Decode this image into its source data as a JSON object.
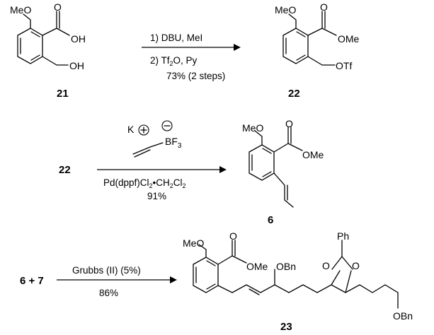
{
  "scheme": {
    "step1": {
      "start_label": "21",
      "start_substituents": {
        "methoxy": "MeO",
        "carbonyl_o": "O",
        "acid_oh": "OH",
        "phenol_oh": "OH"
      },
      "conditions": [
        "1) DBU, MeI",
        "2) Tf",
        "2",
        "O, Py",
        "73% (2 steps)"
      ],
      "product_label": "22",
      "product_substituents": {
        "methoxy": "MeO",
        "carbonyl_o": "O",
        "ester": "OMe",
        "triflate": "OTf"
      }
    },
    "step2": {
      "start_label": "22",
      "reagent": {
        "cation": "K",
        "boron": "BF",
        "boron_sub": "3"
      },
      "catalyst": [
        "Pd(dppf)Cl",
        "2",
        "•CH",
        "2",
        "Cl",
        "2"
      ],
      "yield": "91%",
      "product_label": "6",
      "product_substituents": {
        "methoxy": "MeO",
        "carbonyl_o": "O",
        "ester": "OMe"
      }
    },
    "step3": {
      "start_label": "6 + 7",
      "conditions": "Grubbs (II) (5%)",
      "yield": "86%",
      "product_label": "23",
      "product_substituents": {
        "methoxy": "MeO",
        "carbonyl_o": "O",
        "ester": "OMe",
        "benzyl_ether_1": "OBn",
        "ring_o_left": "O",
        "ring_o_right": "O",
        "phenyl": "Ph",
        "benzyl_ether_2": "OBn"
      }
    }
  }
}
